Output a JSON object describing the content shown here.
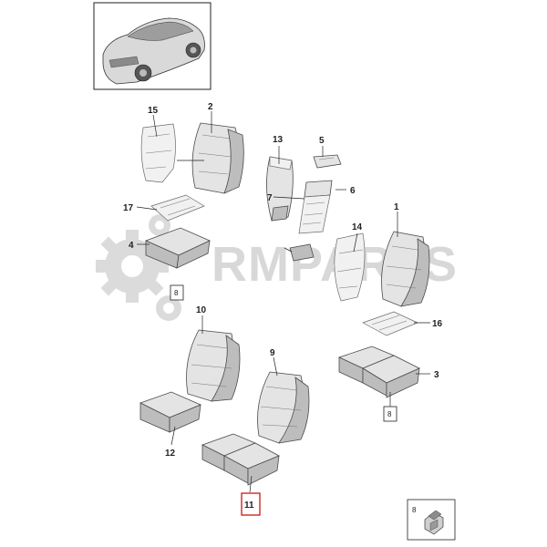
{
  "watermark": {
    "text": "RMPARTS"
  },
  "callouts": {
    "c1": "1",
    "c2": "2",
    "c3": "3",
    "c4": "4",
    "c5": "5",
    "c6": "6",
    "c7": "7",
    "c9": "9",
    "c10": "10",
    "c11": "11",
    "c12": "12",
    "c13": "13",
    "c14": "14",
    "c15": "15",
    "c16": "16",
    "c17": "17"
  },
  "reference_boxes": {
    "ref_a": "8",
    "ref_b": "8"
  },
  "legend": {
    "label": "8"
  },
  "highlight": {
    "callout": "11",
    "color": "#cc0000"
  },
  "colors": {
    "line": "#222222",
    "part_fill": "#e4e4e4",
    "part_dark": "#bdbdbd",
    "watermark": "#b9b9b9"
  }
}
